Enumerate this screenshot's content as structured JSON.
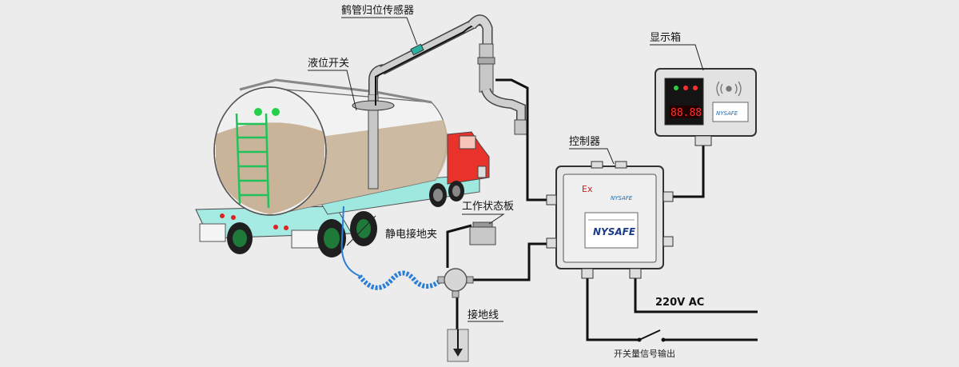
{
  "labels": {
    "crane_sensor": "鹤管归位传感器",
    "level_switch": "液位开关",
    "display_box": "显示箱",
    "controller": "控制器",
    "work_status_board": "工作状态板",
    "static_clamp": "静电接地夹",
    "ground_wire": "接地线",
    "power": "220V AC",
    "switch_output": "开关量信号输出"
  },
  "controller_panel": {
    "ex_mark": "Ex",
    "brand": "NYSAFE",
    "brand_small": "NYSAFE"
  },
  "display_panel": {
    "digits": "88.88",
    "brand": "NYSAFE"
  },
  "colors": {
    "background": "#ececec",
    "tank_liquid": "#c9b49a",
    "truck_cab": "#e8322a",
    "truck_trim": "#9ee8e0",
    "ladder": "#22c25a",
    "cable": "#111111",
    "ground_hose": "#2a7ed6"
  }
}
